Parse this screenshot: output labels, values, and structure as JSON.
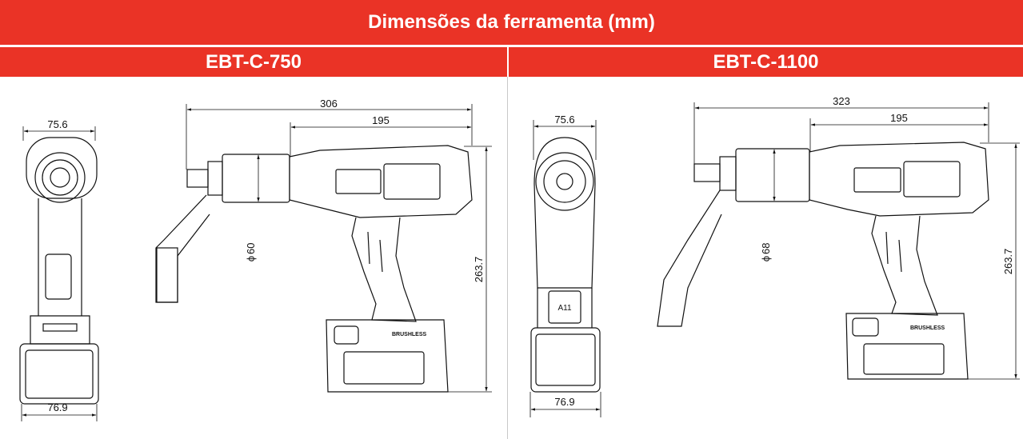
{
  "title": "Dimensões da ferramenta (mm)",
  "models": [
    {
      "name": "EBT-C-750",
      "dims": {
        "front_top_width": "75.6",
        "front_bottom_width": "76.9",
        "overall_length": "306",
        "body_length": "195",
        "head_diameter": "60",
        "height": "263.7",
        "battery_label": "BRUSHLESS"
      }
    },
    {
      "name": "EBT-C-1100",
      "dims": {
        "front_top_width": "75.6",
        "front_bottom_width": "76.9",
        "overall_length": "323",
        "body_length": "195",
        "head_diameter": "68",
        "height": "263.7",
        "battery_label": "BRUSHLESS",
        "front_badge": "A11"
      }
    }
  ],
  "diameter_symbol": "ϕ",
  "colors": {
    "header": "#ea3326",
    "line": "#111111",
    "divider": "#c8c8c8"
  }
}
